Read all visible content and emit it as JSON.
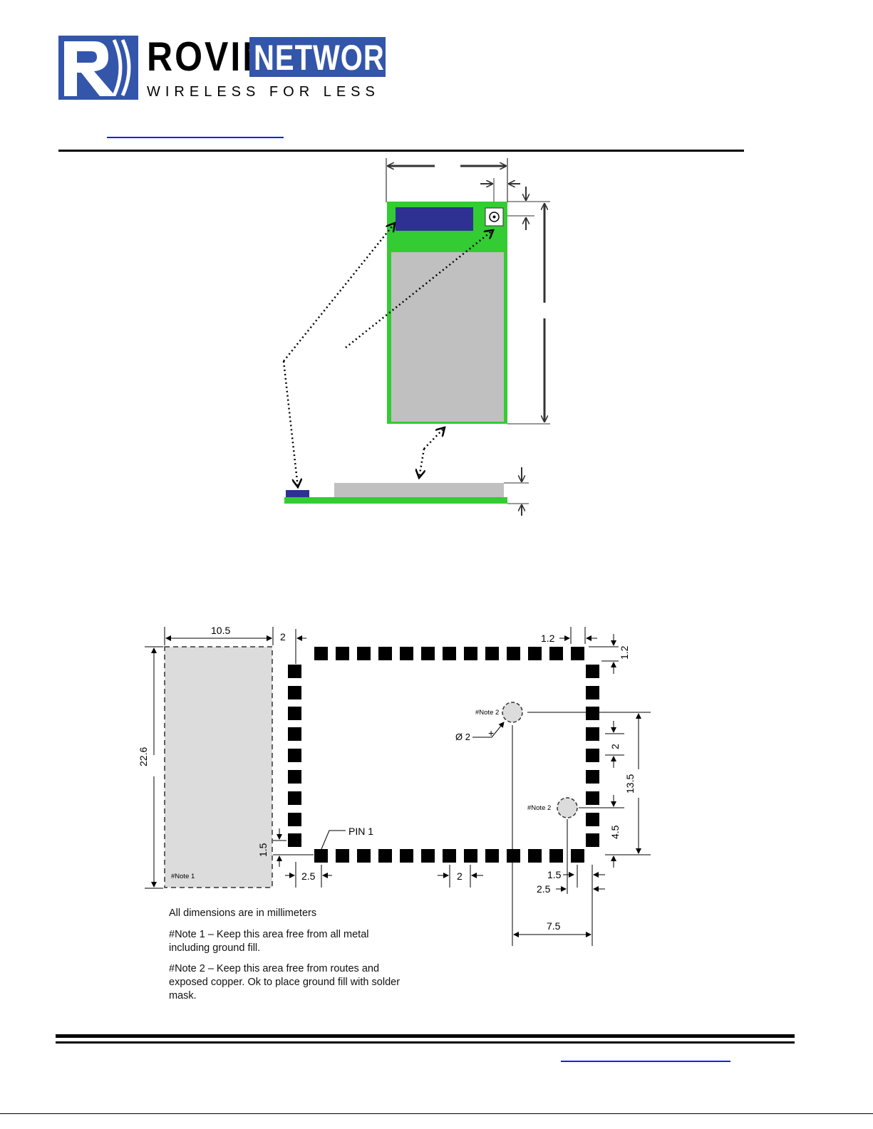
{
  "logo": {
    "word1": "ROVING",
    "word2": "NETWORKS",
    "tagline": "WIRELESS FOR LESS",
    "brand_blue": "#3355aa"
  },
  "colors": {
    "pcb_green": "#33cc33",
    "shield_gray": "#c0c0c0",
    "chip_blue": "#2e3192",
    "keepout_gray": "#dcdcdc"
  },
  "footprint": {
    "dim_width": "10.5",
    "dim_height": "22.6",
    "dim_gap": "2",
    "dim_top_offset": "1.2",
    "dim_top_offset_v": "1.2",
    "note2_label_a": "#Note 2",
    "note2_label_b": "#Note 2",
    "hole_diameter": "Ø 2",
    "dim_pad_pitch_v": "2",
    "dim_13_5": "13.5",
    "dim_4_5": "4.5",
    "pin1_label": "PIN 1",
    "dim_1_5_left": "1.5",
    "dim_2_5_left": "2.5",
    "dim_pitch_bottom": "2",
    "dim_1_5_right": "1.5",
    "dim_2_5_right": "2.5",
    "dim_7_5": "7.5",
    "note1_label": "#Note 1"
  },
  "notes": {
    "units": "All dimensions are in millimeters",
    "note1": "#Note 1 – Keep this area free from all metal including ground fill.",
    "note2": "#Note 2 – Keep this area free from routes and exposed copper. Ok to place ground fill with solder mask."
  }
}
